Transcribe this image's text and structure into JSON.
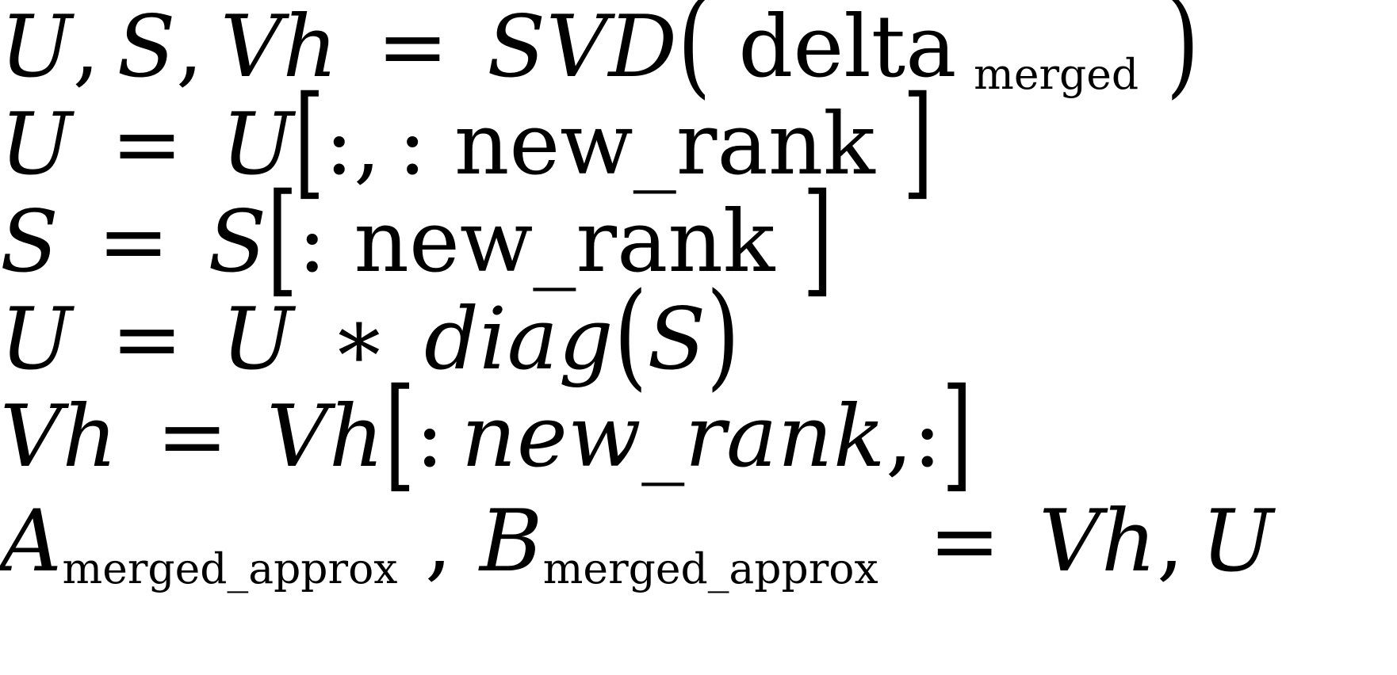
{
  "document": {
    "kind": "rendered-latex-equation-block",
    "background_color": "#ffffff",
    "text_color": "#000000",
    "line_count": 6
  },
  "equations": {
    "line1": {
      "full_text": "U, S, Vh = SVD( delta_merged )",
      "lhs_U": "U",
      "comma1": ",",
      "lhs_S": "S",
      "comma2": ",",
      "lhs_V": "V",
      "lhs_h": "h",
      "equals": "=",
      "func_S": "S",
      "func_V": "V",
      "func_D": "D",
      "open_paren": "(",
      "arg_name": "delta",
      "arg_subscript": "merged",
      "close_paren": ")"
    },
    "line2": {
      "full_text": "U = U[:, : new_rank ]",
      "lhs": "U",
      "equals": "=",
      "rhs": "U",
      "open_bracket": "[",
      "colon1": ":",
      "comma": ",",
      "colon2": ":",
      "index": "new_rank",
      "close_bracket": "]"
    },
    "line3": {
      "full_text": "S = S[: new_rank ]",
      "lhs": "S",
      "equals": "=",
      "rhs": "S",
      "open_bracket": "[",
      "colon": ":",
      "index": "new_rank",
      "close_bracket": "]"
    },
    "line4": {
      "full_text": "U = U * diag(S)",
      "lhs": "U",
      "equals": "=",
      "rhs": "U",
      "times": "∗",
      "func": "diag",
      "open_paren": "(",
      "arg": "S",
      "close_paren": ")"
    },
    "line5": {
      "full_text": "Vh = Vh[: new_rank, :]",
      "lhs_V": "V",
      "lhs_h": "h",
      "equals": "=",
      "rhs_V": "V",
      "rhs_h": "h",
      "open_bracket": "[",
      "colon1": ":",
      "index": "new_rank",
      "comma": ",",
      "colon2": ":",
      "close_bracket": "]"
    },
    "line6": {
      "full_text": "A_merged_approx , B_merged_approx = Vh, U",
      "lhs_A": "A",
      "lhs_A_subscript": "merged_approx",
      "comma": ",",
      "lhs_B": "B",
      "lhs_B_subscript": "merged_approx",
      "equals": "=",
      "rhs_V": "V",
      "rhs_h": "h",
      "rhs_comma": ",",
      "rhs_U": "U"
    }
  }
}
